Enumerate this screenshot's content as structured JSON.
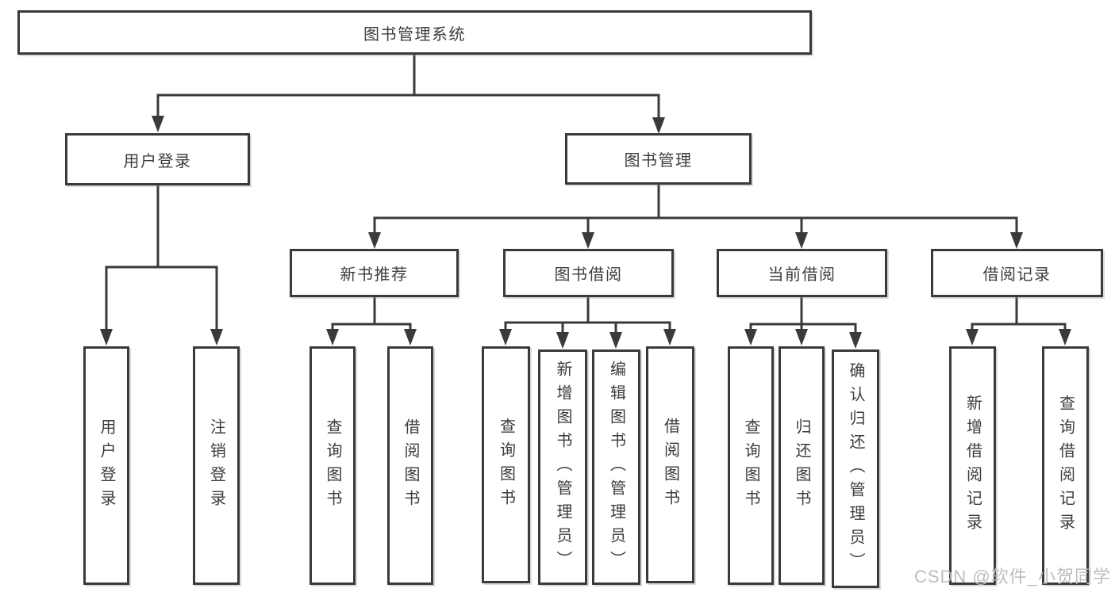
{
  "diagram": {
    "title": "图书管理系统",
    "level2": [
      "用户登录",
      "图书管理"
    ],
    "level3": [
      "新书推荐",
      "图书借阅",
      "当前借阅",
      "借阅记录"
    ],
    "leaves": {
      "user_login": [
        "用户登录",
        "注销登录"
      ],
      "new_books": [
        "查询图书",
        "借阅图书"
      ],
      "borrow": [
        "查询图书",
        "新增图书（管理员）",
        "编辑图书（管理员）",
        "借阅图书"
      ],
      "current": [
        "查询图书",
        "归还图书",
        "确认归还（管理员）"
      ],
      "records": [
        "新增借阅记录",
        "查询借阅记录"
      ]
    }
  },
  "watermark": {
    "text": "CSDN @软件_小贺同学"
  },
  "colors": {
    "line": "#3a3a3a",
    "text": "#3d3d3d",
    "background": "#ffffff",
    "watermark": "#b9b9b9"
  }
}
